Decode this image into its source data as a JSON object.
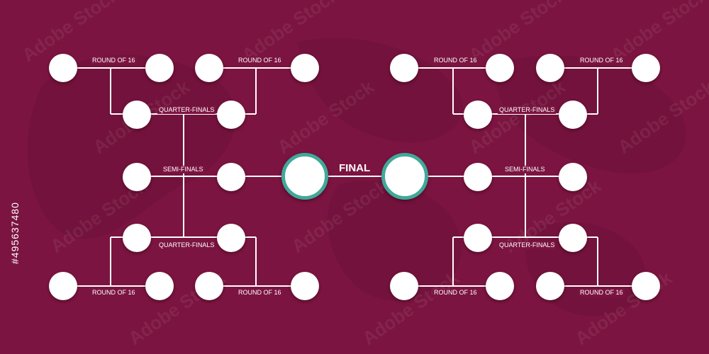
{
  "labels": {
    "round_of_16": "ROUND OF 16",
    "quarter_finals": "QUARTER-FINALS",
    "semi_finals": "SEMI-FINALS",
    "final": "FINAL"
  },
  "watermark": "Adobe Stock",
  "stock_id": "#495637480",
  "colors": {
    "background": "#7b1440",
    "slot": "#ffffff",
    "final_ring": "#41a89a",
    "line": "#ffffff"
  }
}
